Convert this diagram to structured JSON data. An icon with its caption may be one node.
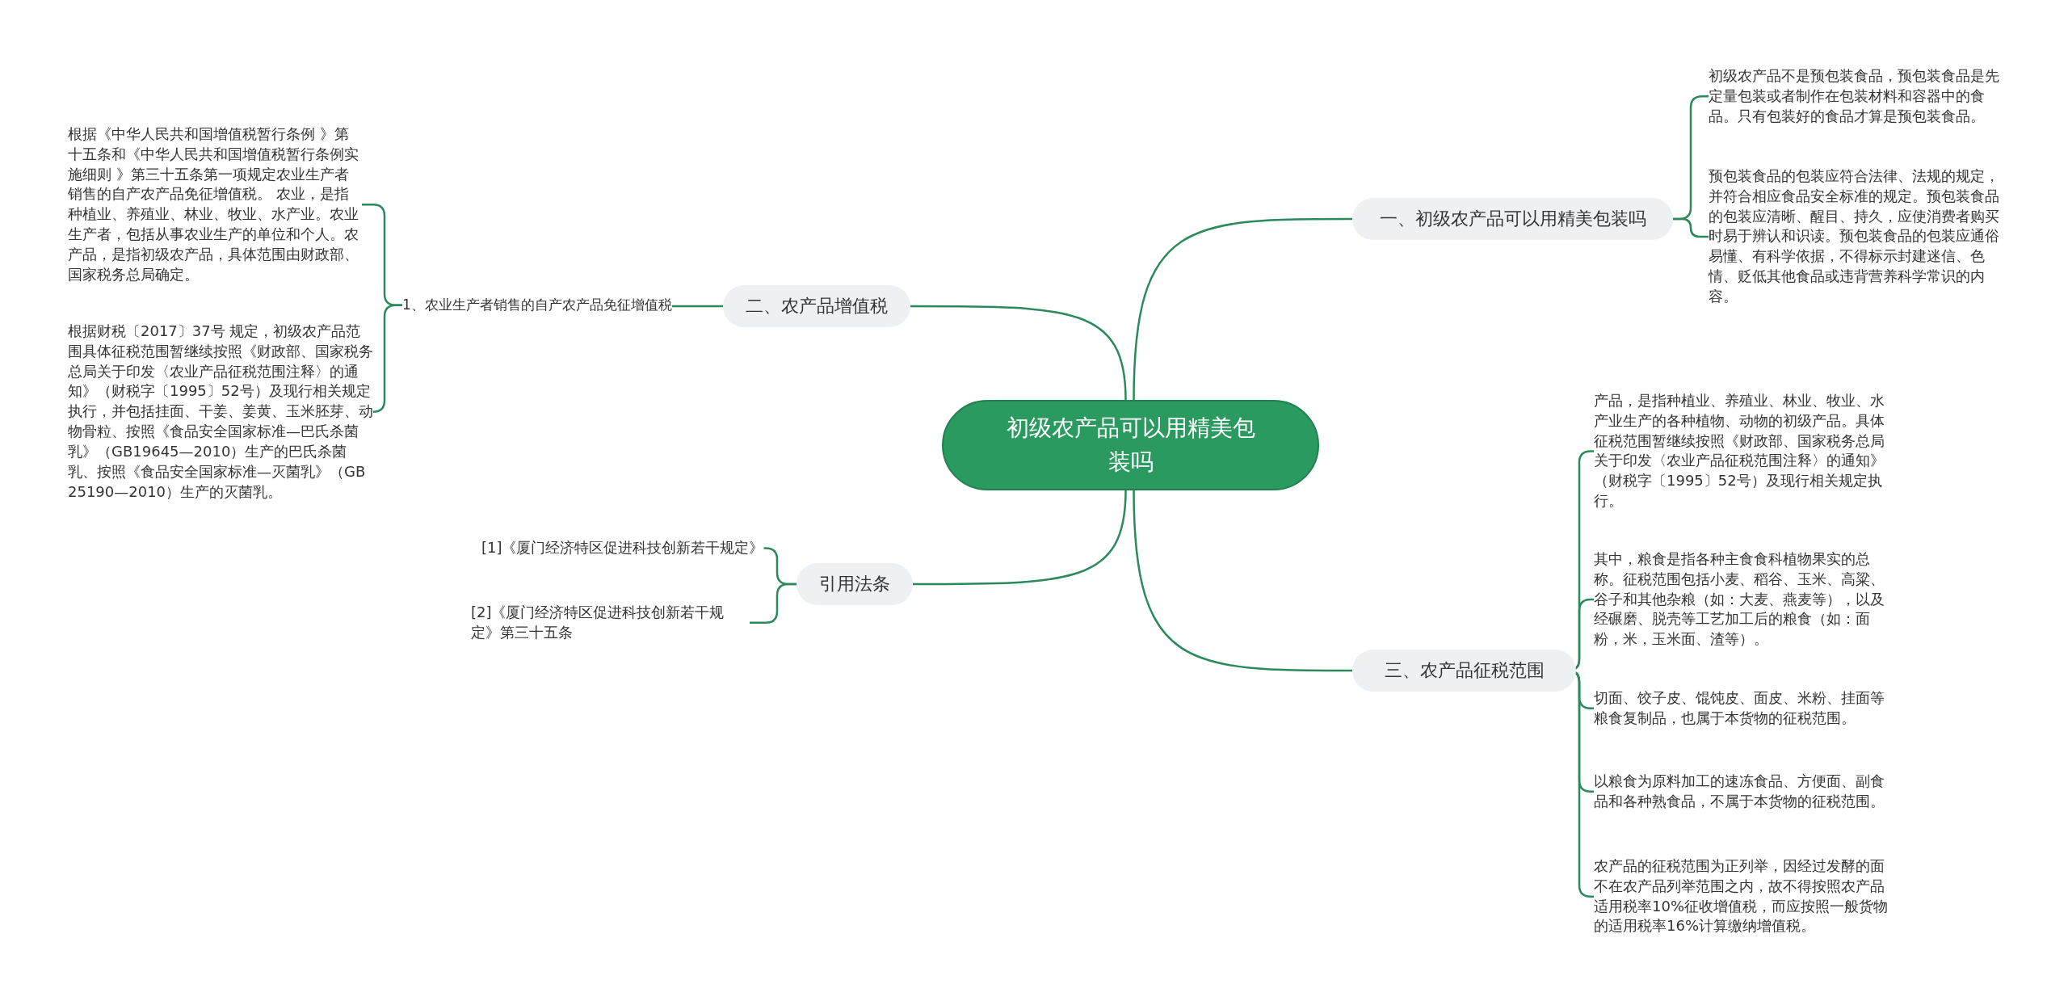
{
  "diagram": {
    "nodes": [
      {
        "text": [
          "初级农产品可以用精美包装吗"
        ]
      },
      {
        "text": [
          "一、初级农产品可以用精美包装吗"
        ]
      },
      {
        "text": [
          "初级农产品不是预包装食品，预包装食品是先定量包装或者制作在包装材料和容器中的食品。只有包装好的食品才算是预包装食品。"
        ]
      },
      {
        "text": [
          "预包装食品的包装应符合法律、法规的规定，并符合相应食品安全标准的规定。预包装食品的包装应清晰、醒目、持久，应使消费者购买时易于辨认和识读。预包装食品的包装应通俗易懂、有科学依据，不得标示封建迷信、色情、贬低其他食品或违背营养科学常识的内容。"
        ]
      },
      {
        "text": [
          "二、农产品增值税"
        ]
      },
      {
        "text": [
          "1、农业生产者销售的自产农产品免征增值税"
        ]
      },
      {
        "text": [
          "根据《中华人民共和国增值税暂行条例 》第十五条和《中华人民共和国增值税暂行条例实施细则 》第三十五条第一项规定农业生产者销售的自产农产品免征增值税。 农业，是指种植业、养殖业、林业、牧业、水产业。农业生产者，包括从事农业生产的单位和个人。农产品，是指初级农产品，具体范围由财政部、国家税务总局确定。"
        ]
      },
      {
        "text": [
          "根据财税〔2017〕37号 规定，初级农产品范围具体征税范围暂继续按照《财政部、国家税务总局关于印发〈农业产品征税范围注释〉的通知》（财税字〔1995〕52号）及现行相关规定执行，并包括挂面、干姜、姜黄、玉米胚芽、动物骨粒、按照《食品安全国家标准—巴氏杀菌乳》（GB19645—2010）生产的巴氏杀菌乳、按照《食品安全国家标准—灭菌乳》（GB25190—2010）生产的灭菌乳。"
        ]
      },
      {
        "text": [
          "引用法条"
        ]
      },
      {
        "text": [
          "[1]《厦门经济特区促进科技创新若干规定》"
        ]
      },
      {
        "text": [
          "[2]《厦门经济特区促进科技创新若干规定》第三十五条"
        ]
      },
      {
        "text": [
          "三、农产品征税范围"
        ]
      },
      {
        "text": [
          "产品，是指种植业、养殖业、林业、牧业、水产业生产的各种植物、动物的初级产品。具体征税范围暂继续按照《财政部、国家税务总局关于印发〈农业产品征税范围注释〉的通知》（财税字〔1995〕52号）及现行相关规定执行。"
        ]
      },
      {
        "text": [
          "其中，粮食是指各种主食食科植物果实的总称。征税范围包括小麦、稻谷、玉米、高粱、谷子和其他杂粮（如：大麦、燕麦等），以及经碾磨、脱壳等工艺加工后的粮食（如：面粉，米，玉米面、渣等）。"
        ]
      },
      {
        "text": [
          "切面、饺子皮、馄饨皮、面皮、米粉、挂面等粮食复制品，也属于本货物的征税范围。"
        ]
      },
      {
        "text": [
          "以粮食为原料加工的速冻食品、方便面、副食品和各种熟食品，不属于本货物的征税范围。"
        ]
      },
      {
        "text": [
          "农产品的征税范围为正列举，因经过发酵的面不在农产品列举范围之内，故不得按照农产品适用税率10%征收增值税，而应按照一般货物的适用税率16%计算缴纳增值税。"
        ]
      }
    ],
    "edges": [
      {
        "from": 0,
        "to": 1,
        "arrow": "none"
      },
      {
        "from": 1,
        "to": 2,
        "arrow": "none"
      },
      {
        "from": 1,
        "to": 3,
        "arrow": "none"
      },
      {
        "from": 0,
        "to": 4,
        "arrow": "none"
      },
      {
        "from": 4,
        "to": 5,
        "arrow": "none"
      },
      {
        "from": 5,
        "to": 6,
        "arrow": "none"
      },
      {
        "from": 5,
        "to": 7,
        "arrow": "none"
      },
      {
        "from": 0,
        "to": 8,
        "arrow": "none"
      },
      {
        "from": 8,
        "to": 9,
        "arrow": "none"
      },
      {
        "from": 8,
        "to": 10,
        "arrow": "none"
      },
      {
        "from": 0,
        "to": 11,
        "arrow": "none"
      },
      {
        "from": 11,
        "to": 12,
        "arrow": "none"
      },
      {
        "from": 11,
        "to": 13,
        "arrow": "none"
      },
      {
        "from": 11,
        "to": 14,
        "arrow": "none"
      },
      {
        "from": 11,
        "to": 15,
        "arrow": "none"
      },
      {
        "from": 11,
        "to": 16,
        "arrow": "none"
      }
    ]
  }
}
